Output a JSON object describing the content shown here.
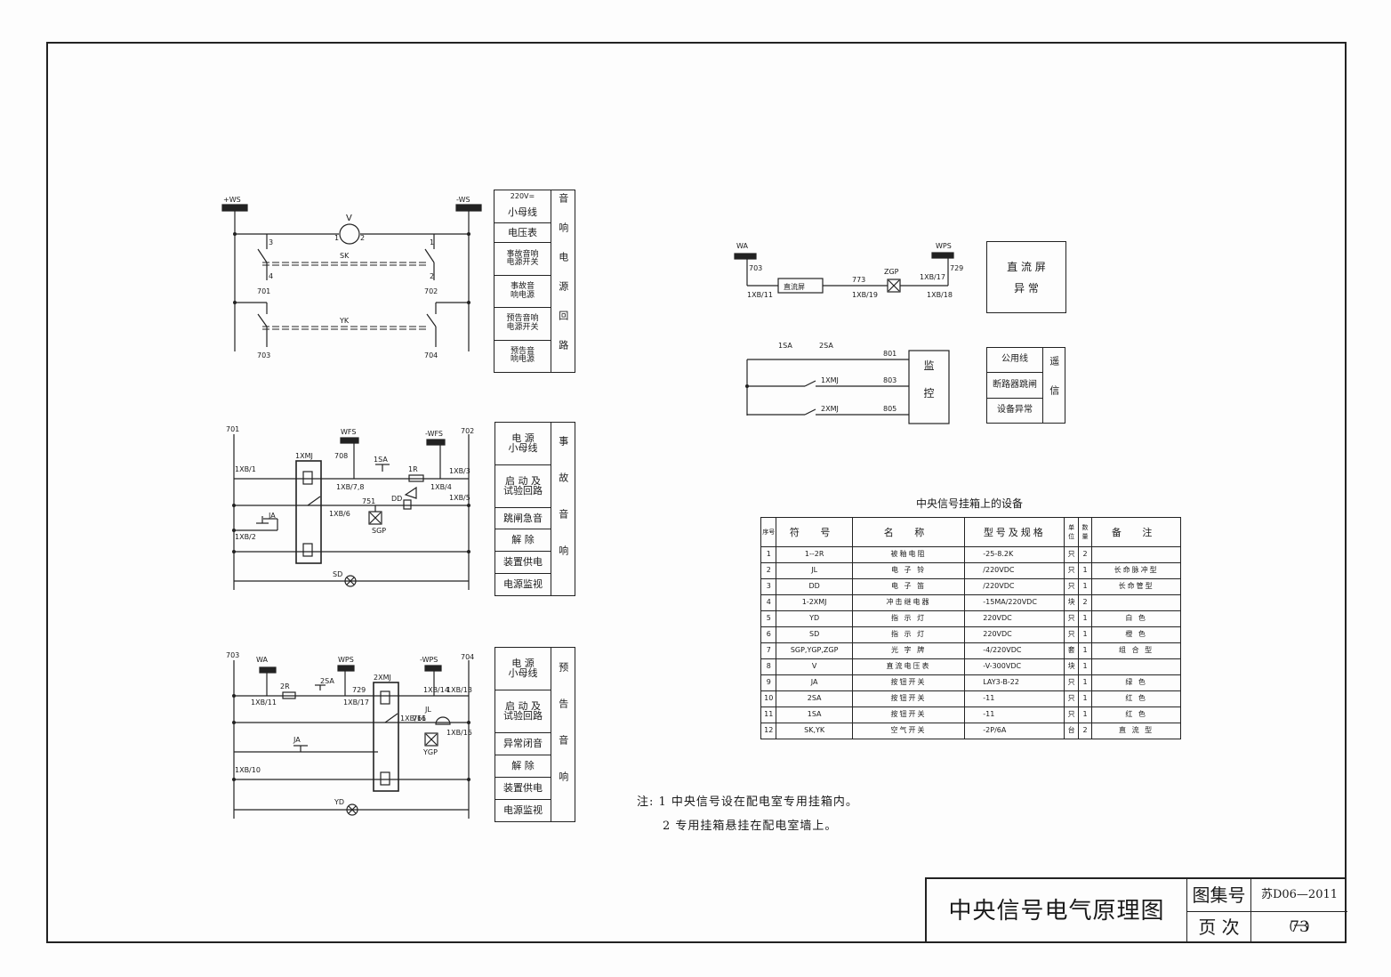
{
  "panel1": {
    "labels": {
      "pos_bus": "+WS",
      "neg_bus": "-WS",
      "voltmeter": "V",
      "sk": "SK",
      "yk": "YK",
      "n701": "701",
      "n702": "702",
      "n703": "703",
      "n704": "704",
      "t1": "1",
      "t2": "2",
      "t3": "3",
      "t4": "4"
    },
    "legend": [
      "220V=",
      "小母线",
      "电压表",
      "事故音响\n电源开关",
      "事故音\n响电源",
      "预告音响\n电源开关",
      "预告音\n响电源"
    ],
    "side": "音响电源回路"
  },
  "panel2": {
    "labels": {
      "n701": "701",
      "n702": "702",
      "wfs": "WFS",
      "neg_wfs": "-WFS",
      "xmj": "1XMJ",
      "n708": "708",
      "sa1": "1SA",
      "r1": "1R",
      "dd": "DD",
      "n751": "751",
      "sgp": "SGP",
      "ja": "JA",
      "sd": "SD",
      "xb1": "1XB/1",
      "xb2": "1XB/2",
      "xb3": "1XB/3",
      "xb4": "1XB/4",
      "xb5": "1XB/5",
      "xb6": "1XB/6",
      "xb78": "1XB/7,8"
    },
    "legend": [
      "电 源\n小母线",
      "启 动 及\n试验回路",
      "跳闸急音",
      "解 除",
      "装置供电",
      "电源监视"
    ],
    "side": "事故音响"
  },
  "panel3": {
    "labels": {
      "n703": "703",
      "n704": "704",
      "wa": "WA",
      "wps": "WPS",
      "neg_wps": "-WPS",
      "xmj": "2XMJ",
      "r2": "2R",
      "sa2": "2SA",
      "n729": "729",
      "ja": "JA",
      "jl": "JL",
      "n761": "761",
      "ygp": "YGP",
      "yd": "YD",
      "xb11": "1XB/11",
      "xb17": "1XB/17",
      "xb14": "1XB/14",
      "xb13": "1XB/13",
      "xb16": "1XB/16",
      "xb15": "1XB/15",
      "xb10": "1XB/10"
    },
    "legend": [
      "电 源\n小母线",
      "启 动 及\n试验回路",
      "异常闭音",
      "解 除",
      "装置供电",
      "电源监视"
    ],
    "side": "预告音响"
  },
  "panel4": {
    "labels": {
      "wa": "WA",
      "wps": "WPS",
      "n703": "703",
      "n773": "773",
      "n729": "729",
      "zgp": "ZGP",
      "box": "直流屏",
      "xb11": "1XB/11",
      "xb19": "1XB/19",
      "xb17": "1XB/17",
      "xb18": "1XB/18"
    },
    "legend": "直 流 屏\n异 常"
  },
  "panel5": {
    "labels": {
      "sa1": "1SA",
      "sa2": "2SA",
      "xmj1": "1XMJ",
      "xmj2": "2XMJ",
      "n801": "801",
      "n803": "803",
      "n805": "805",
      "box": "监\n\n控"
    },
    "legend": [
      "公用线",
      "断路器跳闸",
      "设备异常"
    ],
    "side": "遥信"
  },
  "equipment": {
    "title": "中央信号挂箱上的设备",
    "headers": [
      "序号",
      "符 号",
      "名 称",
      "型号及规格",
      "单位",
      "数量",
      "备 注"
    ],
    "rows": [
      [
        "1",
        "1--2R",
        "被釉电阻",
        "-25-8.2K",
        "只",
        "2",
        ""
      ],
      [
        "2",
        "JL",
        "电 子 铃",
        "/220VDC",
        "只",
        "1",
        "长命脉冲型"
      ],
      [
        "3",
        "DD",
        "电 子 笛",
        "/220VDC",
        "只",
        "1",
        "长命管型"
      ],
      [
        "4",
        "1-2XMJ",
        "冲击继电器",
        "-15MA/220VDC",
        "块",
        "2",
        ""
      ],
      [
        "5",
        "YD",
        "指 示 灯",
        "220VDC",
        "只",
        "1",
        "白 色"
      ],
      [
        "6",
        "SD",
        "指 示 灯",
        "220VDC",
        "只",
        "1",
        "橙 色"
      ],
      [
        "7",
        "SGP,YGP,ZGP",
        "光 字 牌",
        "-4/220VDC",
        "套",
        "1",
        "组 合 型"
      ],
      [
        "8",
        "V",
        "直流电压表",
        "-V-300VDC",
        "块",
        "1",
        ""
      ],
      [
        "9",
        "JA",
        "按钮开关",
        "LAY3-B-22",
        "只",
        "1",
        "绿 色"
      ],
      [
        "10",
        "2SA",
        "按钮开关",
        "-11",
        "只",
        "1",
        "红 色"
      ],
      [
        "11",
        "1SA",
        "按钮开关",
        "-11",
        "只",
        "1",
        "红 色"
      ],
      [
        "12",
        "SK,YK",
        "空气开关",
        "-2P/6A",
        "台",
        "2",
        "直 流 型"
      ]
    ]
  },
  "notes": [
    "注: 1 中央信号设在配电室专用挂箱内。",
    "2 专用挂箱悬挂在配电室墙上。"
  ],
  "title_block": {
    "title": "中央信号电气原理图",
    "atlas_label": "图集号",
    "atlas_value": "苏D06—2011 (一)",
    "page_label": "页 次",
    "page_value": "73"
  }
}
